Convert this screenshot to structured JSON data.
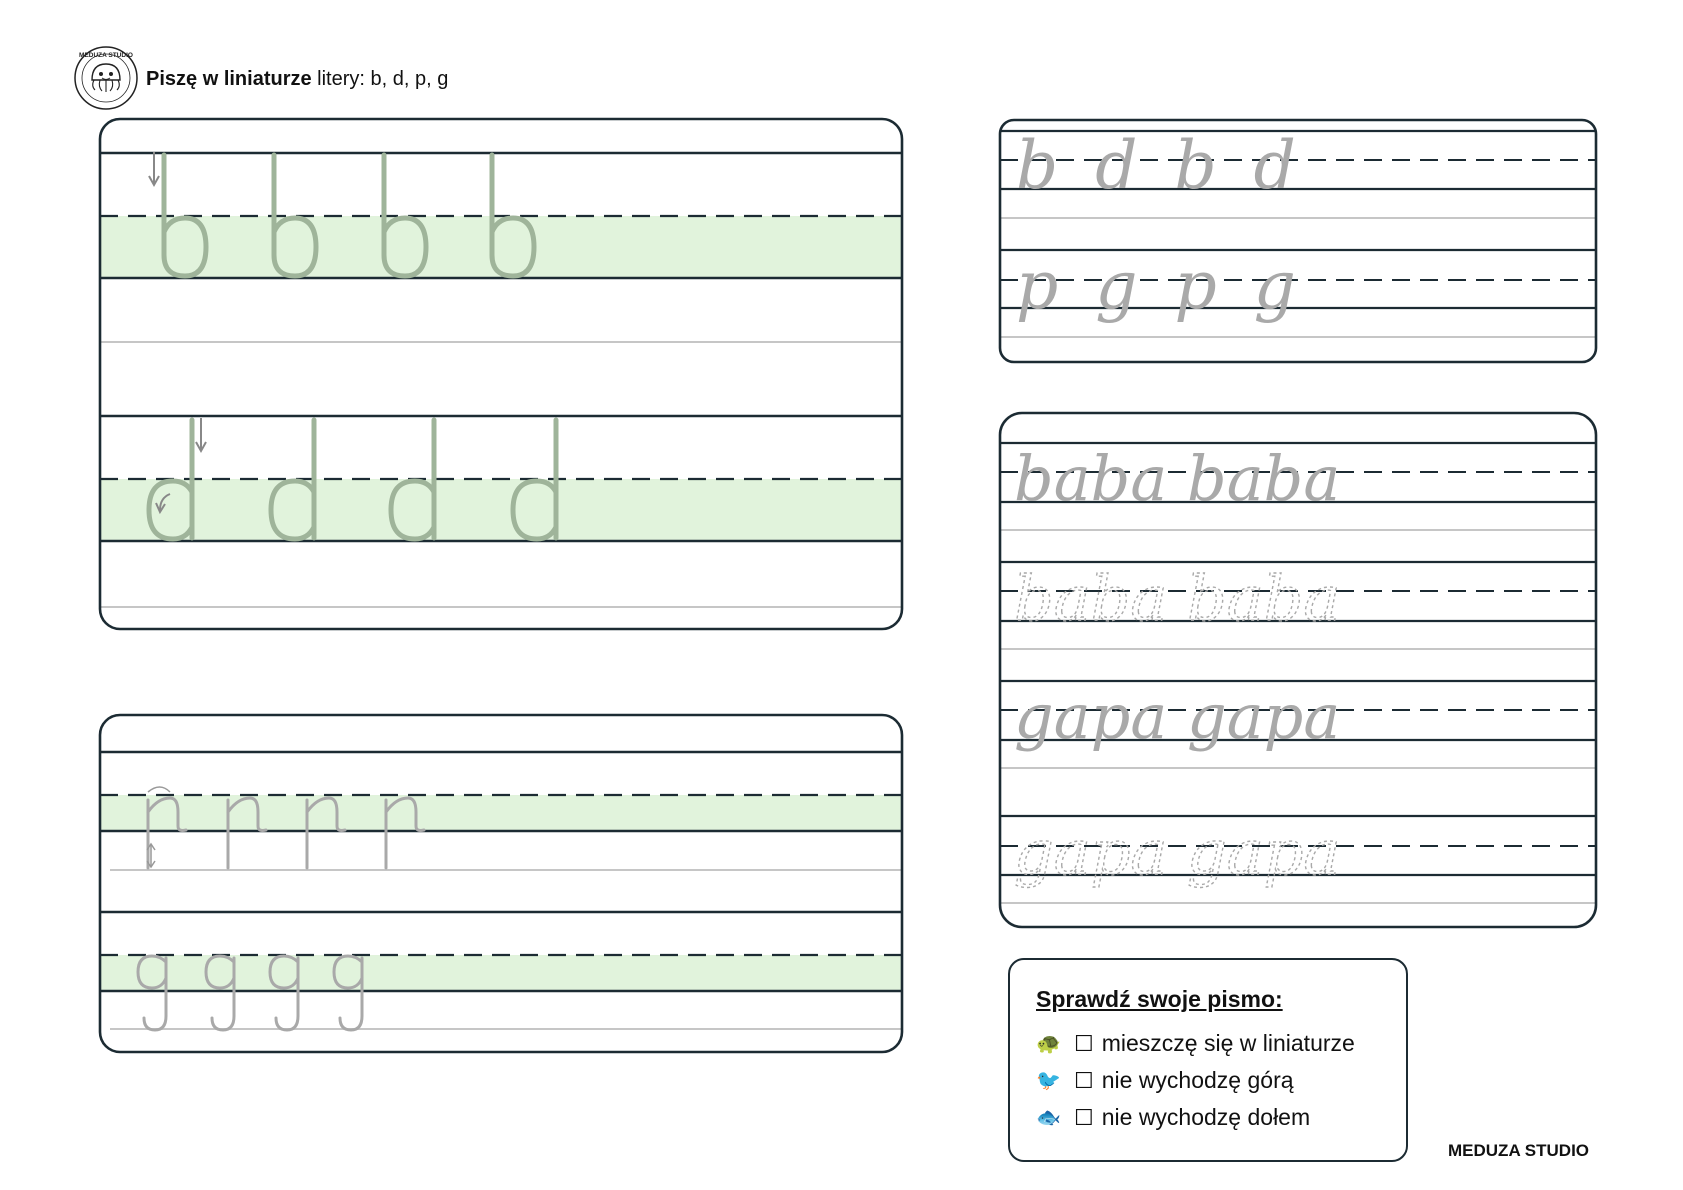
{
  "header": {
    "title_bold": "Piszę w liniaturze",
    "title_rest": " litery: b, d, p, g",
    "logo_label": "MEDUZA STUDIO"
  },
  "panels": {
    "bd_letters": [
      "b",
      "d"
    ],
    "pg_letters": [
      "p",
      "g"
    ],
    "right_top_rows": [
      "b d b d",
      "p g p g"
    ],
    "right_mid_rows": [
      "baba baba",
      "baba baba",
      "gapa gapa",
      "gapa gapa"
    ]
  },
  "checklist": {
    "title": "Sprawdź swoje pismo:",
    "items": [
      {
        "icon": "turtle-icon",
        "box": "☐",
        "label": "mieszczę się w liniaturze"
      },
      {
        "icon": "bird-icon",
        "box": "☐",
        "label": "nie wychodzę górą"
      },
      {
        "icon": "fish-icon",
        "box": "☐",
        "label": "nie wychodzę dołem"
      }
    ]
  },
  "footer": {
    "brand": "MEDUZA STUDIO"
  },
  "colors": {
    "frame": "#1c2b33",
    "highlight": "#e1f3dc",
    "trace_letter": "#9fb49a",
    "trace_gray": "#a9a9a9",
    "guide_gray": "#c6c6c6"
  }
}
